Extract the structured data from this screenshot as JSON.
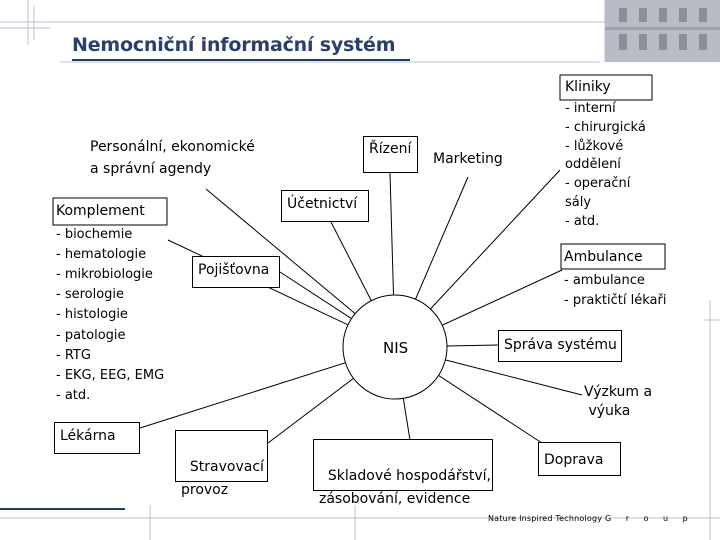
{
  "title": "Nemocniční informační systém",
  "center": "NIS",
  "nodes": {
    "personalni": "Personální, ekonomické\na správní agendy",
    "rizeni": "Řízení",
    "marketing": "Marketing",
    "ucetnictvi": "Účetnictví",
    "pojistovna": "Pojišťovna",
    "lekarna": "Lékárna",
    "stravovaci": "Stravovací\nprovoz",
    "sklad": "Skladové hospodářství,\nzásobování, evidence",
    "doprava": "Doprava",
    "vyzkum": "Výzkum a\n výuka",
    "sprava": "Správa systému"
  },
  "kliniky": {
    "title": "Kliniky",
    "items": [
      "- interní",
      "- chirurgická",
      "- lůžkové",
      "oddělení",
      "- operační",
      "sály",
      "- atd."
    ]
  },
  "ambulance": {
    "title": "Ambulance",
    "items": [
      "- ambulance",
      "- praktičtí lékaři"
    ]
  },
  "komplement": {
    "title": "Komplement",
    "items": [
      "- biochemie",
      "- hematologie",
      "- mikrobiologie",
      "- serologie",
      "- histologie",
      "- patologie",
      "- RTG",
      "- EKG, EEG, EMG",
      "- atd."
    ]
  },
  "footer": {
    "brand": "Nature Inspired Technology",
    "group": "G r o u p"
  },
  "colors": {
    "title": "#2a3f6e",
    "accent_line": "#1f3b73",
    "decor_line": "#b9c2d3"
  }
}
